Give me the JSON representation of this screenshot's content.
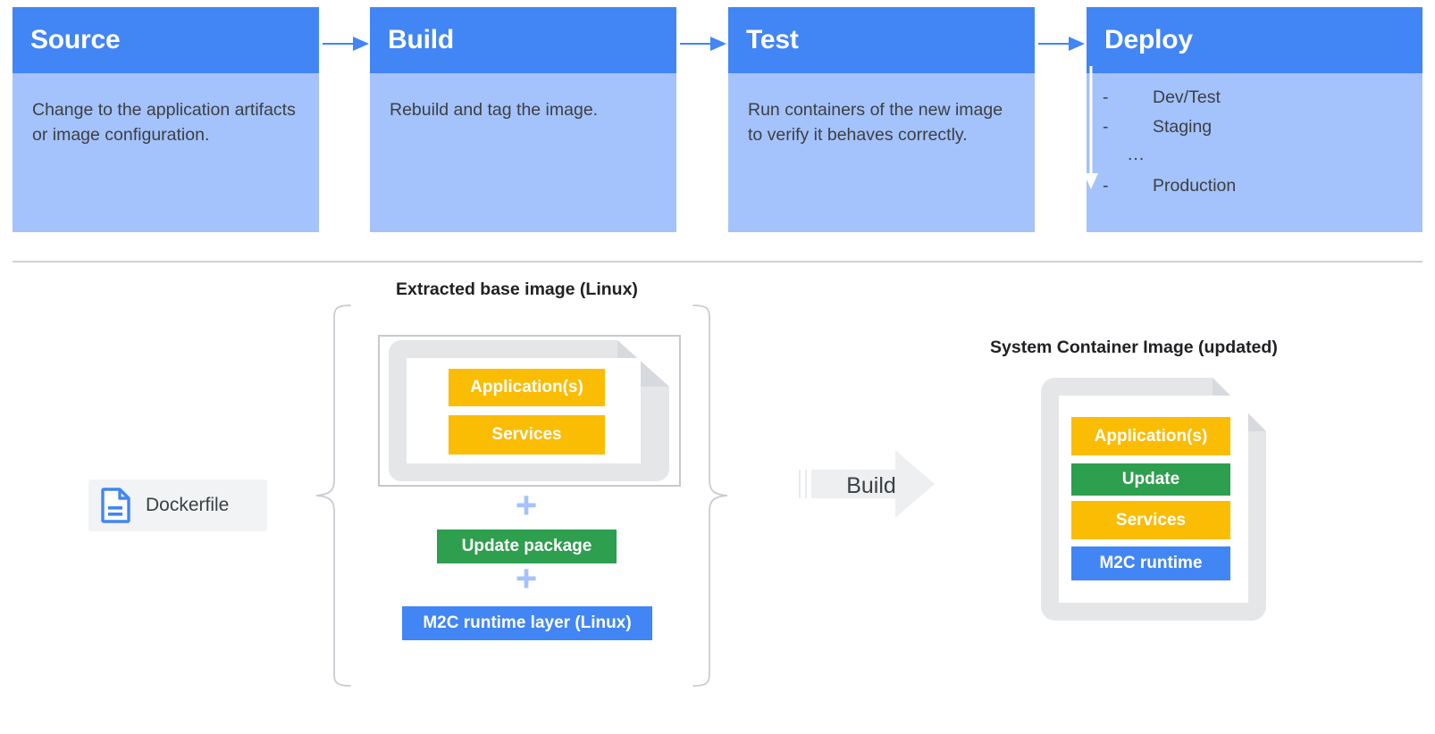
{
  "pipeline": {
    "stages": [
      {
        "title": "Source",
        "description": "Change to the application artifacts or image configuration."
      },
      {
        "title": "Build",
        "description": "Rebuild and tag the image."
      },
      {
        "title": "Test",
        "description": "Run containers of the new image to verify it behaves correctly."
      },
      {
        "title": "Deploy",
        "description": ""
      }
    ],
    "deploy_list": {
      "items": [
        {
          "marker": "-",
          "label": "Dev/Test"
        },
        {
          "marker": "-",
          "label": "Staging"
        }
      ],
      "ellipsis": "...",
      "last": {
        "marker": "-",
        "label": "Production"
      }
    },
    "arrow_icon": "arrow-right-icon"
  },
  "lower": {
    "dockerfile": {
      "label": "Dockerfile",
      "icon": "document-icon"
    },
    "base_image": {
      "caption": "Extracted base image (Linux)",
      "layers": [
        {
          "label": "Application(s)",
          "color": "#fbbc04"
        },
        {
          "label": "Services",
          "color": "#fbbc04"
        }
      ]
    },
    "additions": {
      "plus": "+",
      "update_package": {
        "label": "Update package",
        "color": "#2e9e4f"
      },
      "m2c_layer": {
        "label": "M2C runtime layer (Linux)",
        "color": "#4285f4"
      }
    },
    "build_action": {
      "label": "Build",
      "icon": "block-arrow-right-icon"
    },
    "system_image": {
      "caption": "System Container Image (updated)",
      "layers": [
        {
          "label": "Application(s)",
          "color": "#fbbc04"
        },
        {
          "label": "Update",
          "color": "#2e9e4f"
        },
        {
          "label": "Services",
          "color": "#fbbc04"
        },
        {
          "label": "M2C runtime",
          "color": "#4285f4"
        }
      ]
    },
    "brace_icon": "curly-brace-icon"
  },
  "colors": {
    "header_blue": "#4285f4",
    "body_blue": "#a4c2fb",
    "amber": "#fbbc04",
    "green": "#2e9e4f",
    "blue": "#4285f4",
    "gray_border": "#c5c9ce",
    "gray_fill": "#e4e6e8"
  }
}
